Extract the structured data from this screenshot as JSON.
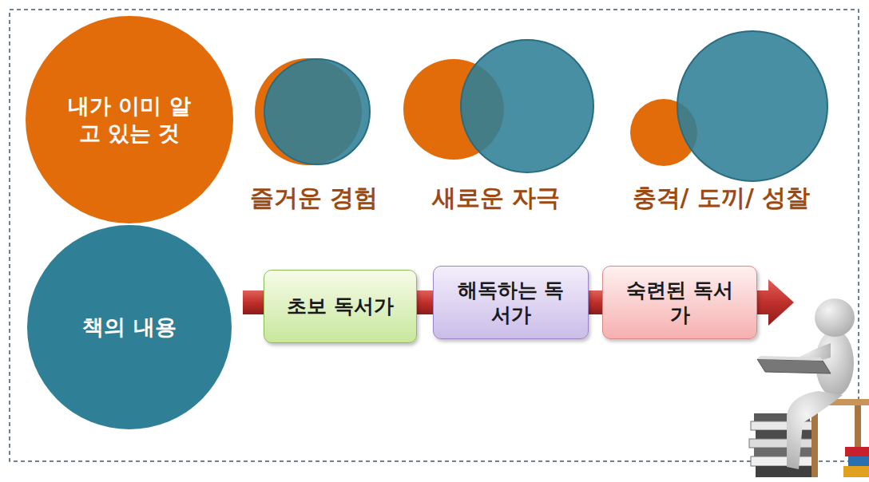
{
  "diagram": {
    "nodes": [
      {
        "text": [
          "내가 이미 알고 있는 것"
        ]
      },
      {
        "text": [
          "책의 내용"
        ]
      },
      {
        "text": [
          "초보 독서가"
        ]
      },
      {
        "text": [
          "해독하는 독서가"
        ]
      },
      {
        "text": [
          "숙련된 독서가"
        ]
      }
    ],
    "edges": [
      {
        "from": 2,
        "to": 3,
        "arrow": "none"
      },
      {
        "from": 3,
        "to": 4,
        "arrow": "none"
      }
    ],
    "labels": [
      "즐거운 경험",
      "새로운 자극",
      "충격/ 도끼/ 성찰"
    ]
  }
}
